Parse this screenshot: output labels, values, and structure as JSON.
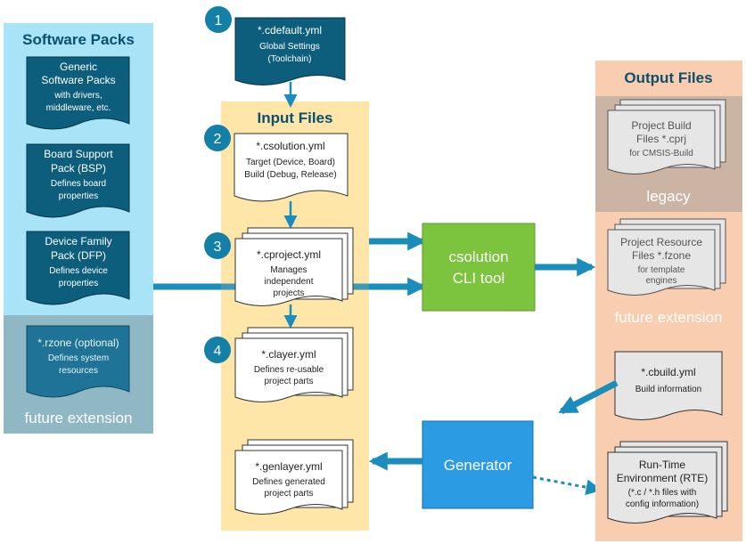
{
  "software_packs": {
    "title": "Software Packs",
    "generic": [
      "Generic",
      "Software Packs",
      "with drivers,",
      "middleware, etc."
    ],
    "bsp": [
      "Board Support",
      "Pack (BSP)",
      "Defines board",
      "properties"
    ],
    "dfp": [
      "Device Family",
      "Pack (DFP)",
      "Defines device",
      "properties"
    ],
    "rzone": [
      "*.rzone (optional)",
      "Defines system",
      "resources"
    ],
    "future": "future extension"
  },
  "cdefault": {
    "step": "1",
    "lines": [
      "*.cdefault.yml",
      "Global Settings",
      "(Toolchain)"
    ]
  },
  "input_files": {
    "title": "Input Files",
    "csolution": {
      "step": "2",
      "lines": [
        "*.csolution.yml",
        "Target (Device, Board)",
        "Build (Debug, Release)"
      ]
    },
    "cproject": {
      "step": "3",
      "lines": [
        "*.cproject.yml",
        "Manages",
        "independent",
        "projects"
      ]
    },
    "clayer": {
      "step": "4",
      "lines": [
        "*.clayer.yml",
        "Defines re-usable",
        "project parts"
      ]
    },
    "genlayer": {
      "lines": [
        "*.genlayer.yml",
        "Defines generated",
        "project parts"
      ]
    }
  },
  "csolution_tool": {
    "lines": [
      "csolution",
      "CLI tool"
    ]
  },
  "generator": {
    "label": "Generator"
  },
  "output_files": {
    "title": "Output Files",
    "cprj": [
      "Project Build",
      "Files *.cprj",
      "for CMSIS-Build"
    ],
    "legacy": "legacy",
    "fzone": [
      "Project Resource",
      "Files *.fzone",
      "for template",
      "engines"
    ],
    "future": "future extension",
    "cbuild": [
      "*.cbuild.yml",
      "Build information"
    ],
    "rte": [
      "Run-Time",
      "Environment (RTE)",
      "(*.c / *.h files with",
      "config information)"
    ]
  },
  "colors": {
    "teal_dark": "#0d5e7c",
    "teal": "#1480a8",
    "arrow": "#1a8dba",
    "software_bg": "#a8e3f8",
    "future_sw_bg": "#8fb8c4",
    "input_bg": "#fde6a8",
    "output_bg": "#f8cdb0",
    "legacy_bg": "#ccb4a4",
    "tool_green": "#7dc43e",
    "generator_blue": "#2b9be3",
    "gray_doc": "#e6e6e6"
  }
}
